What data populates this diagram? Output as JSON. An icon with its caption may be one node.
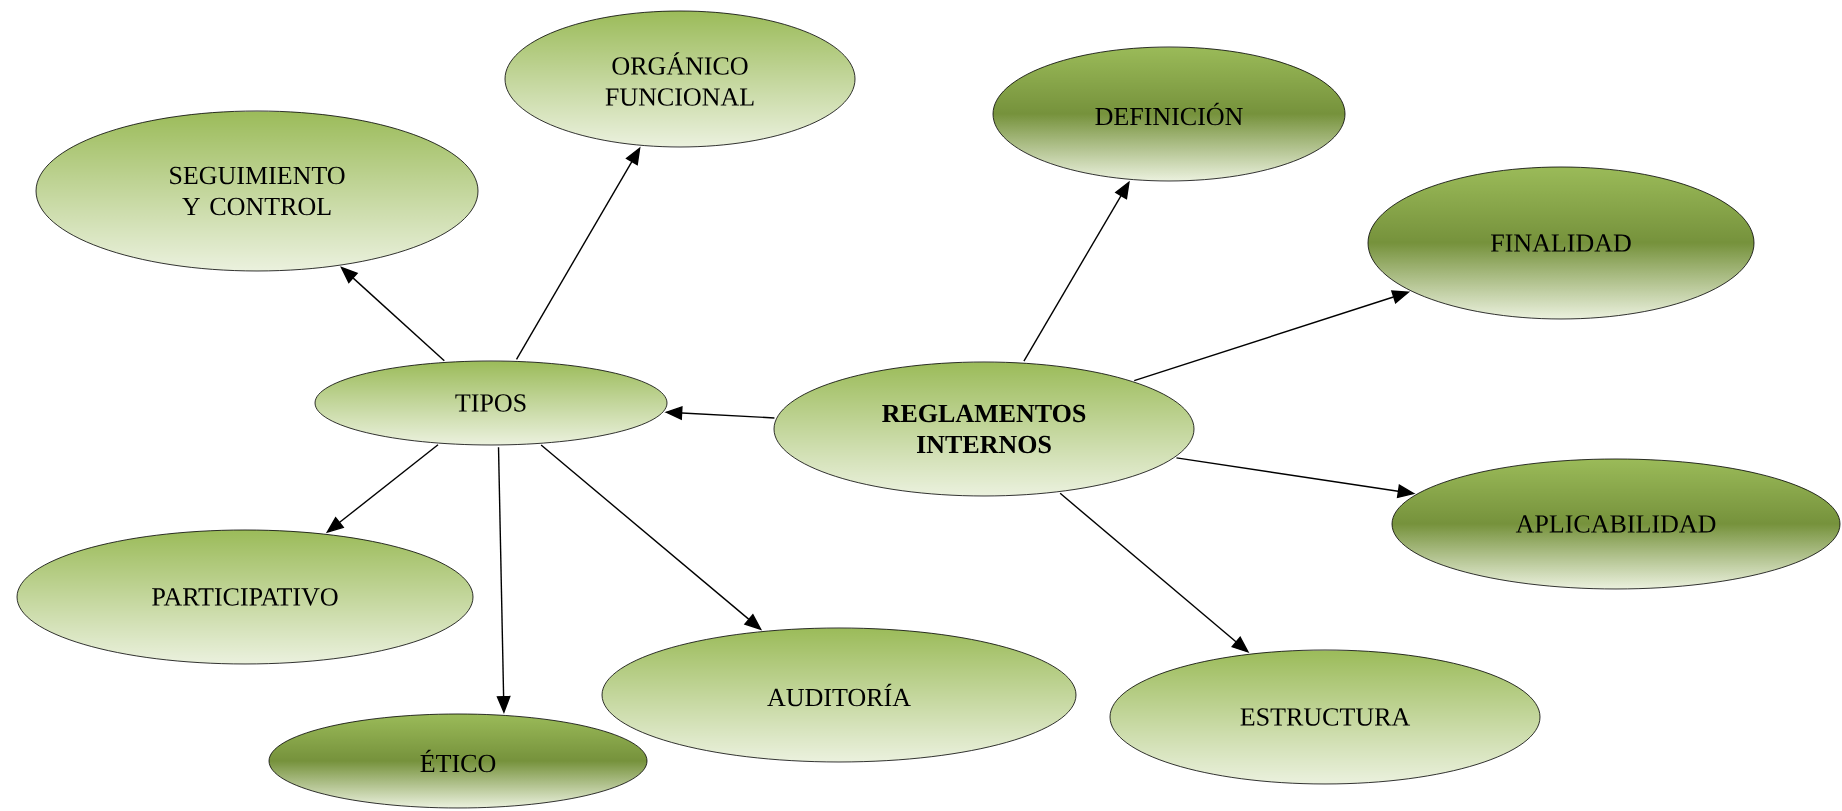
{
  "diagram": {
    "nodes": [
      {
        "text": [
          "ORGÁNICO FUNCIONAL"
        ]
      },
      {
        "text": [
          "DEFINICIÓN"
        ]
      },
      {
        "text": [
          "SEGUIMIENTO Y CONTROL"
        ]
      },
      {
        "text": [
          "FINALIDAD"
        ]
      },
      {
        "text": [
          "TIPOS"
        ]
      },
      {
        "text": [
          "REGLAMENTOS INTERNOS"
        ]
      },
      {
        "text": [
          "APLICABILIDAD"
        ]
      },
      {
        "text": [
          "PARTICIPATIVO"
        ]
      },
      {
        "text": [
          "AUDITORÍA"
        ]
      },
      {
        "text": [
          "ESTRUCTURA"
        ]
      },
      {
        "text": [
          "ÉTICO"
        ]
      }
    ],
    "edges": [
      {
        "from": 4,
        "to": 0,
        "arrow": "to"
      },
      {
        "from": 4,
        "to": 2,
        "arrow": "to"
      },
      {
        "from": 5,
        "to": 4,
        "arrow": "to"
      },
      {
        "from": 5,
        "to": 1,
        "arrow": "to"
      },
      {
        "from": 5,
        "to": 3,
        "arrow": "to"
      },
      {
        "from": 5,
        "to": 6,
        "arrow": "to"
      },
      {
        "from": 4,
        "to": 7,
        "arrow": "to"
      },
      {
        "from": 4,
        "to": 10,
        "arrow": "to"
      },
      {
        "from": 4,
        "to": 8,
        "arrow": "to"
      },
      {
        "from": 5,
        "to": 9,
        "arrow": "to"
      }
    ]
  }
}
